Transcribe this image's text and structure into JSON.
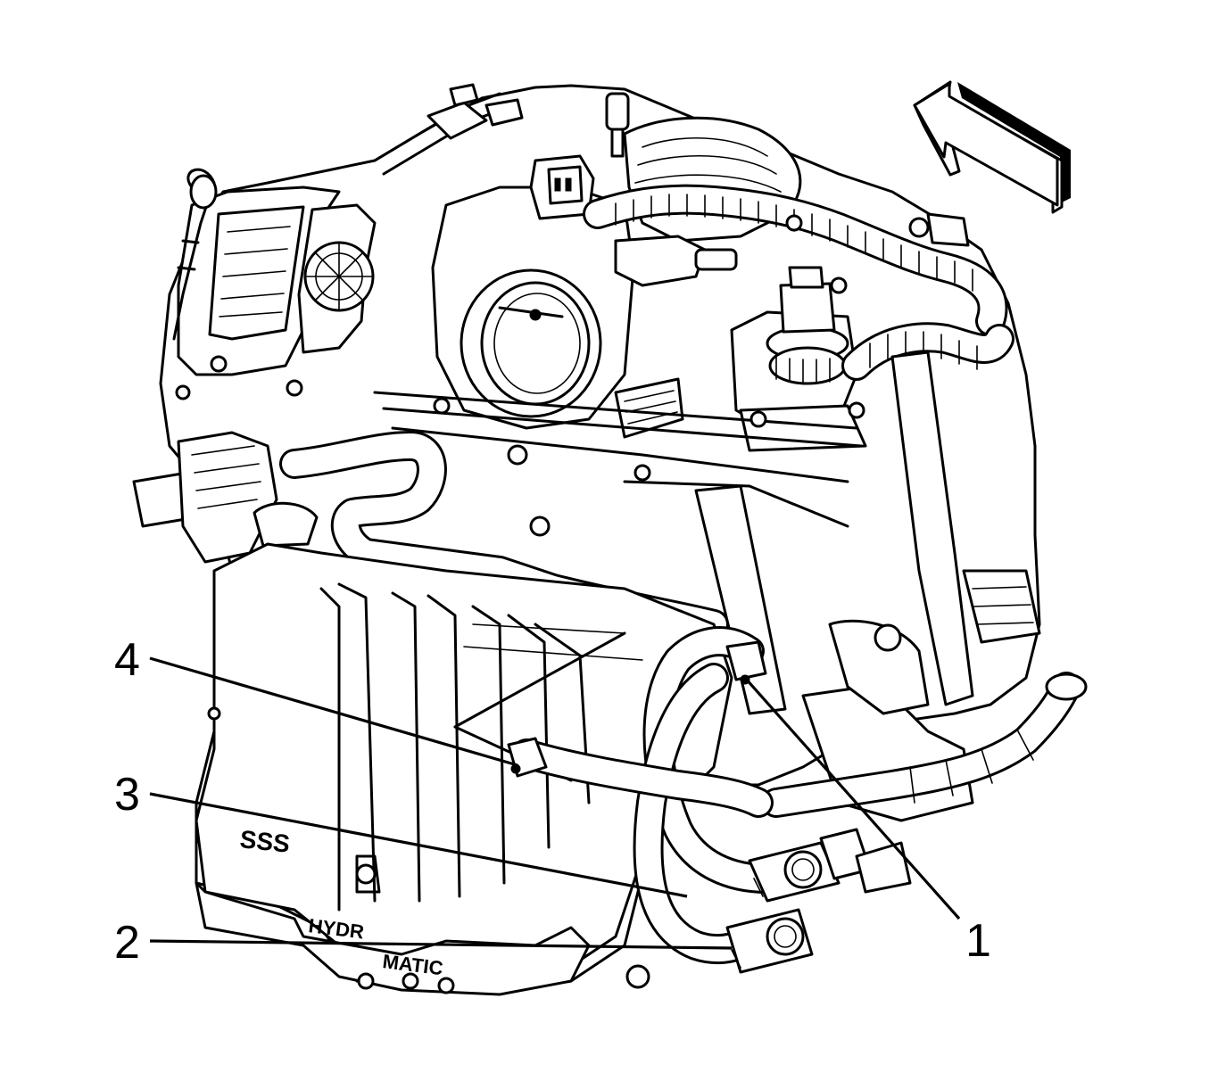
{
  "callouts": [
    {
      "id": "1",
      "label": "1"
    },
    {
      "id": "2",
      "label": "2"
    },
    {
      "id": "3",
      "label": "3"
    },
    {
      "id": "4",
      "label": "4"
    }
  ],
  "engraved_text": {
    "transmission_badge": "SSS",
    "case_text_a": "HYDR",
    "case_text_b": "MATIC"
  },
  "orientation_arrow": {
    "meaning": "forward-arrow"
  }
}
